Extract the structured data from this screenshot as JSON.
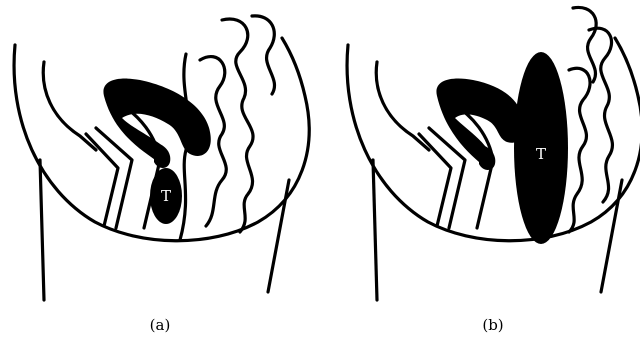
{
  "panels": [
    {
      "id": "a",
      "caption": "(a)",
      "tumor_label": "T"
    },
    {
      "id": "b",
      "caption": "(b)",
      "tumor_label": "T"
    }
  ],
  "colors": {
    "ink": "#000000",
    "background": "#ffffff",
    "label_on_tumor": "#ffffff"
  }
}
